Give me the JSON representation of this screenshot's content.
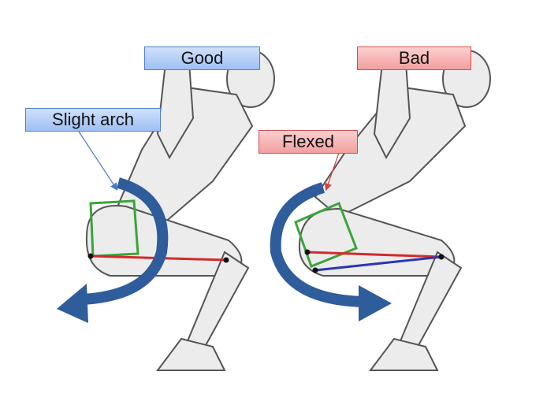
{
  "labels": {
    "good": "Good",
    "bad": "Bad",
    "slight_arch": "Slight arch",
    "flexed": "Flexed"
  },
  "colors": {
    "good_label": "#9fc0f2",
    "bad_label": "#f29f9f",
    "arrow": "#2f5c9a",
    "pelvis_box": "#3aa53a",
    "femur_line": "#d22a2a",
    "flexed_line": "#2a36b0"
  }
}
